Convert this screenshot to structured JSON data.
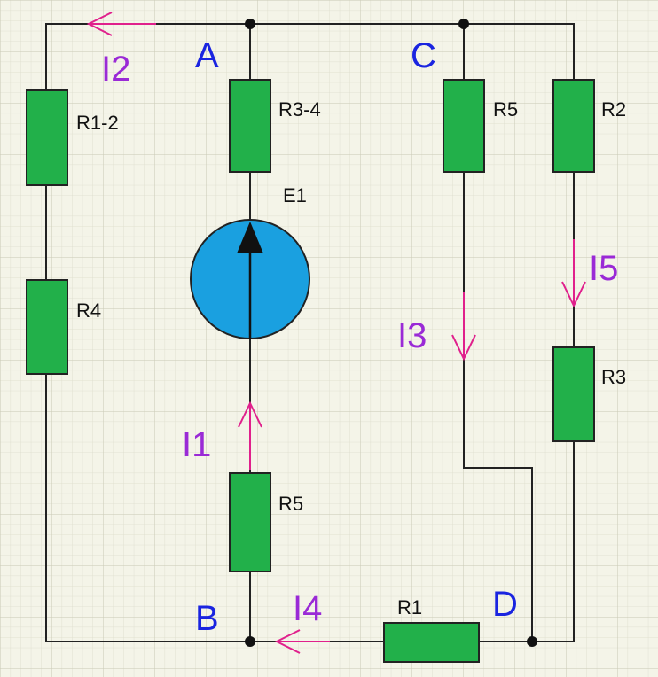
{
  "colors": {
    "background": "#f4f4e8",
    "grid": "#d8d8c6",
    "wire": "#222222",
    "resistor_fill": "#22b04a",
    "source_fill": "#1aa0e0",
    "current_arrow": "#e0208c",
    "node_label": "#1a24e0",
    "current_label": "#9a2ad6"
  },
  "icons": {
    "voltage_source": "voltage-source-icon",
    "junction": "junction-dot-icon",
    "current_arrow": "current-arrow-icon"
  },
  "resistors": {
    "r12": "R1-2",
    "r4": "R4",
    "r34": "R3-4",
    "r5_left": "R5",
    "r5_right": "R5",
    "r2": "R2",
    "r3": "R3",
    "r1": "R1"
  },
  "source": {
    "label": "E1"
  },
  "nodes": {
    "a": "A",
    "b": "B",
    "c": "C",
    "d": "D"
  },
  "currents": {
    "i1": "I1",
    "i2": "I2",
    "i3": "I3",
    "i4": "I4",
    "i5": "I5"
  }
}
